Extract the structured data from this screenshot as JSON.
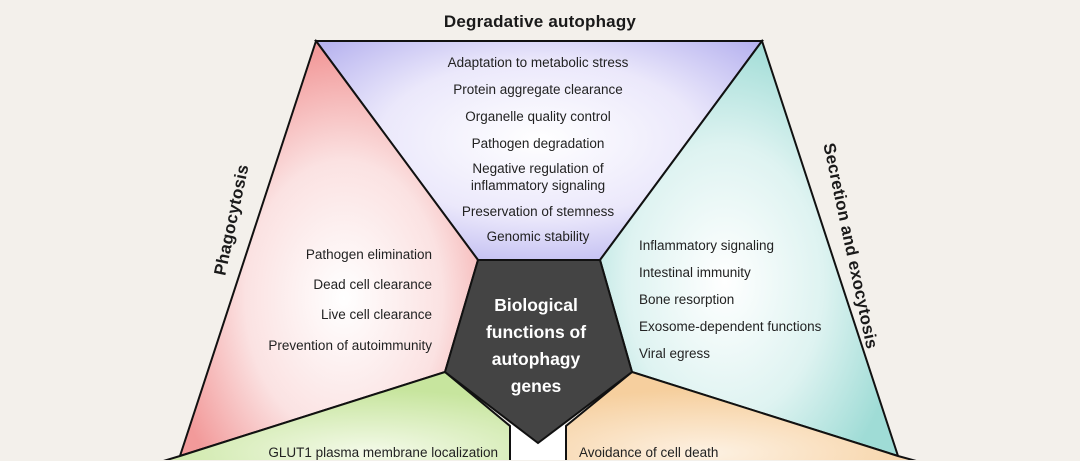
{
  "sections": {
    "degradative": {
      "title": "Degradative autophagy",
      "items": [
        "Adaptation to metabolic stress",
        "Protein aggregate clearance",
        "Organelle quality control",
        "Pathogen degradation",
        "Negative regulation of\ninflammatory signaling",
        "Preservation of stemness",
        "Genomic stability"
      ],
      "color": "#b7b3ef"
    },
    "phagocytosis": {
      "title": "Phagocytosis",
      "items": [
        "Pathogen elimination",
        "Dead cell clearance",
        "Live cell clearance",
        "Prevention of autoimmunity"
      ],
      "color": "#f29a9a"
    },
    "secretion": {
      "title": "Secretion and exocytosis",
      "items": [
        "Inflammatory signaling",
        "Intestinal immunity",
        "Bone resorption",
        "Exosome-dependent functions",
        "Viral egress"
      ],
      "color": "#9fdcd6"
    },
    "bottom_left": {
      "items": [
        "GLUT1 plasma membrane localization"
      ],
      "color": "#c7e59e"
    },
    "bottom_right": {
      "items": [
        "Avoidance of cell death"
      ],
      "color": "#f6cf9e"
    }
  },
  "center": {
    "label": "Biological\nfunctions of\nautophagy\ngenes",
    "color": "#444444"
  }
}
